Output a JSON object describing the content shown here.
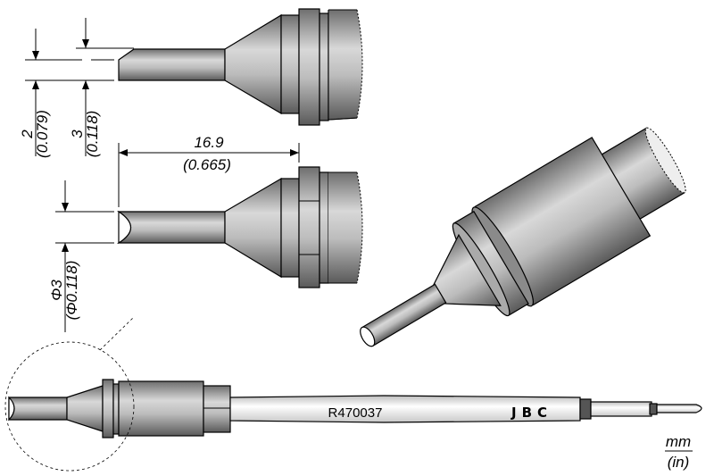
{
  "dimensions": {
    "tip_thickness": {
      "mm": "2",
      "in": "(0.079)"
    },
    "tip_width": {
      "mm": "3",
      "in": "(0.118)"
    },
    "tip_length": {
      "mm": "16.9",
      "in": "(0.665)"
    },
    "tip_diameter": {
      "mm": "Φ3",
      "in": "(Φ0.118)"
    }
  },
  "part_number": "R470037",
  "brand": "JBC",
  "units": {
    "primary": "mm",
    "secondary": "(in)"
  },
  "colors": {
    "metal": "#9a9a9a",
    "shaft": "#f2f2f2",
    "band": "#555555"
  }
}
